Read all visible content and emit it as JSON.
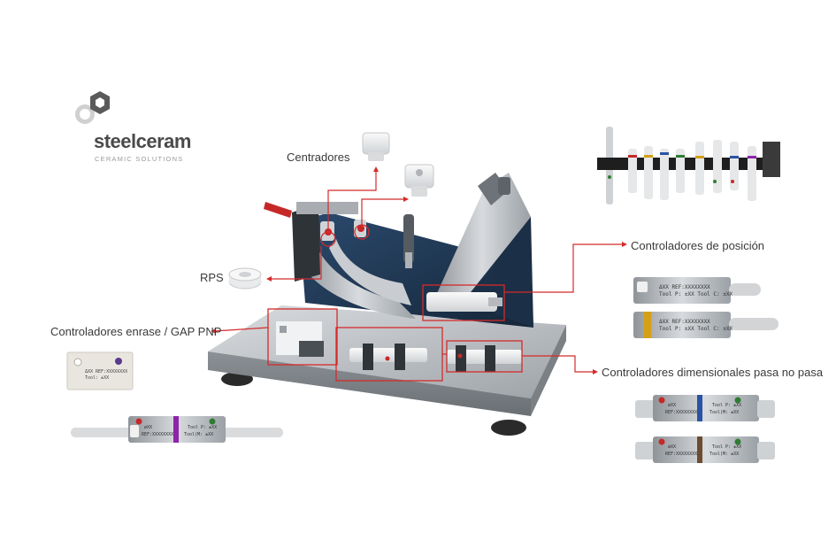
{
  "brand": {
    "name": "steelceram",
    "tagline": "CERAMIC SOLUTIONS"
  },
  "callouts": {
    "centradores": "Centradores",
    "rps": "RPS",
    "posicion": "Controladores de posición",
    "enrase": "Controladores enrase / GAP PNP",
    "dimensionales": "Controladores dimensionales pasa no pasa"
  },
  "tool_labels": {
    "pos_1": "ΔXX REF:XXXXXXXX",
    "pos_2": "Tool P: ±XX Tool C: ±XX",
    "pos_3": "ΔXX REF:XXXXXXXX",
    "pos_4": "Tool P: ±XX Tool C: ±XX",
    "gap_1": "ΔXX REF:XXXXXXXX",
    "gap_2": "Tool: ±XX",
    "pin_left_1": "øXX",
    "pin_left_2": "REF:XXXXXXXX",
    "pin_right_1": "Tool P: ±XX",
    "pin_right_2": "Tool(M: ±XX",
    "dim1_left_1": "øXX",
    "dim1_left_2": "REF:XXXXXXXX",
    "dim1_right_1": "Tool P: ±XX",
    "dim1_right_2": "Tool(M: ±XX",
    "dim2_left_1": "øXX",
    "dim2_left_2": "REF:XXXXXXXX",
    "dim2_right_1": "Tool P: ±XX",
    "dim2_right_2": "Tool(M: ±XX"
  },
  "colors": {
    "callout_red": "#d42b2b",
    "fixture_blue": "#1f3550",
    "steel": "#b8bcc0"
  }
}
